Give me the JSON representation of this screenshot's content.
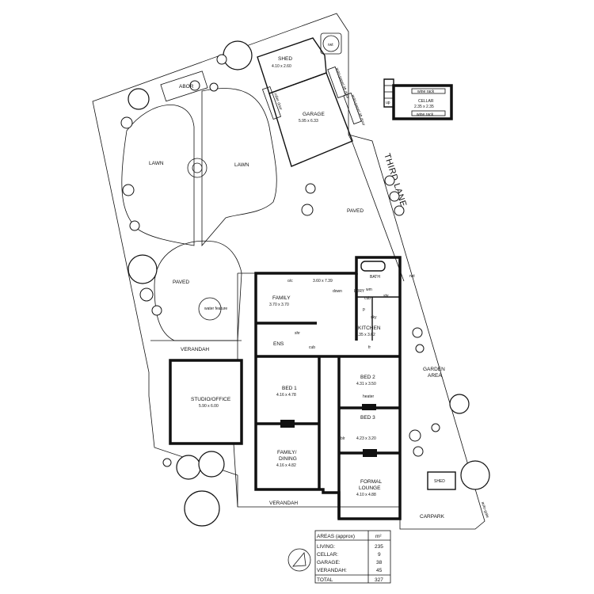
{
  "labels": {
    "shed_top": "SHED",
    "shed_top_dim": "4.10 x 2.60",
    "rwt_top": "rwt",
    "abor": "ABOR",
    "garage": "GARAGE",
    "garage_dim": "5.95 x 6.33",
    "roller_door_left": "roller door",
    "auto_door_1": "auto-panel lift door",
    "auto_door_2": "auto-panel lift door",
    "lawn_left": "LAWN",
    "lawn_right": "LAWN",
    "paved_top": "PAVED",
    "paved_left": "PAVED",
    "water_feature": "water feature",
    "third_lane": "THIRD LANE",
    "family_top": "FAMILY",
    "family_top_dim": "3.70 x 3.70",
    "oc": "o/c",
    "dining_dim": "3.60 x 7.39",
    "bath": "BATH",
    "rwt_side": "rwt",
    "wm": "wm",
    "down": "down",
    "ldry": "LDRY",
    "cub1": "cub",
    "shr1": "shr",
    "p": "p",
    "sky": "sky",
    "kitchen": "KITCHEN",
    "kitchen_dim": "3.35 x 3.62",
    "fr": "fr",
    "ens": "ENS",
    "shr2": "shr",
    "cub2": "cub",
    "verandah_top": "VERANDAH",
    "studio": "STUDIO/OFFICE",
    "studio_dim": "5.90 x 6.00",
    "bed1": "BED 1",
    "bed1_dim": "4.16 x 4.78",
    "bed2": "BED 2",
    "bed2_dim": "4.31 x 3.50",
    "heater": "heater",
    "bed3": "BED 3",
    "bed3_dim": "4.23 x 3.20",
    "blr": "blr",
    "family_dining": "FAMILY/",
    "family_dining_2": "DINING",
    "family_dining_dim": "4.16 x 4.82",
    "formal": "FORMAL",
    "lounge": "LOUNGE",
    "lounge_dim": "4.10 x 4.88",
    "garden_area": "GARDEN",
    "garden_area_2": "AREA",
    "shed_small": "SHED",
    "verandah_bottom": "VERANDAH",
    "carpark": "CARPARK",
    "auto_gate": "auto-gate",
    "wine_rack_top": "wine rack",
    "cellar": "CELLAR",
    "cellar_dim": "2.35 x 2.35",
    "wine_rack_bottom": "wine rack",
    "up": "up"
  },
  "areas": {
    "header": "AREAS (approx)",
    "unit": "m²",
    "rows": [
      {
        "name": "LIVING:",
        "value": "235"
      },
      {
        "name": "CELLAR:",
        "value": "9"
      },
      {
        "name": "GARAGE:",
        "value": "38"
      },
      {
        "name": "VERANDAH:",
        "value": "45"
      },
      {
        "name": "TOTAL",
        "value": "327"
      }
    ]
  }
}
